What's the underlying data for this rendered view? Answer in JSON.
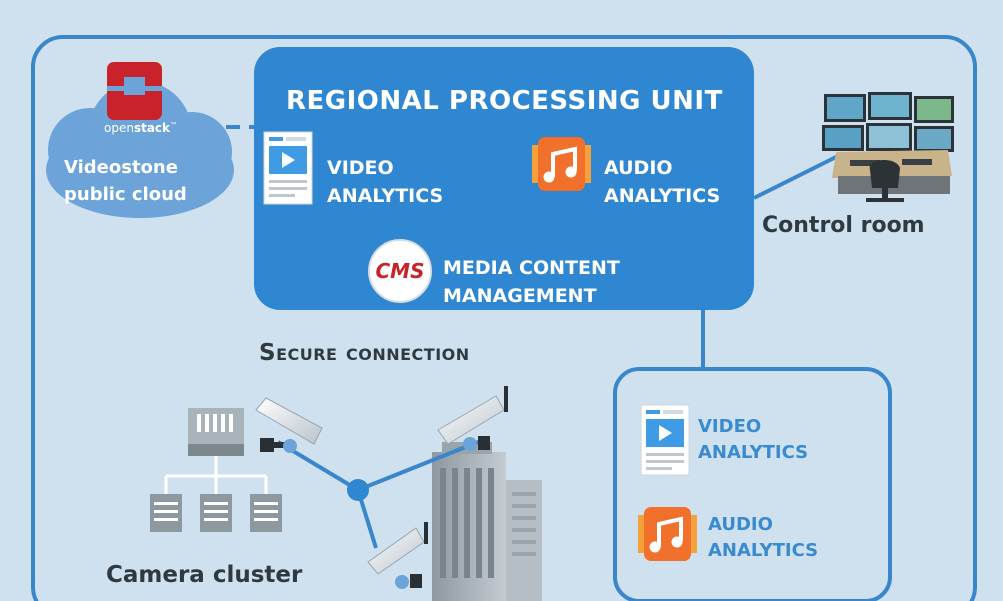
{
  "regional_unit": {
    "title": "REGIONAL PROCESSING UNIT",
    "video_label_1": "VIDEO",
    "video_label_2": "ANALYTICS",
    "audio_label_1": "AUDIO",
    "audio_label_2": "ANALYTICS",
    "cms_badge": "CMS",
    "cms_label_1": "MEDIA CONTENT",
    "cms_label_2": "MANAGEMENT"
  },
  "cloud": {
    "brand_prefix": "open",
    "brand_suffix": "stack",
    "trademark": "™",
    "label_1": "Videostone",
    "label_2": "public cloud"
  },
  "control_room": {
    "label": "Control room"
  },
  "secure_connection": {
    "label": "Secure connection"
  },
  "camera_cluster": {
    "label": "Camera cluster"
  },
  "edge_unit": {
    "video_label_1": "VIDEO",
    "video_label_2": "ANALYTICS",
    "audio_label_1": "AUDIO",
    "audio_label_2": "ANALYTICS"
  },
  "colors": {
    "background": "#cfe1ee",
    "accent_blue": "#3a86cc",
    "unit_fill": "#2f86d1",
    "audio_orange": "#f0702c",
    "cms_red": "#c8222b",
    "openstack_red": "#c8232a"
  }
}
